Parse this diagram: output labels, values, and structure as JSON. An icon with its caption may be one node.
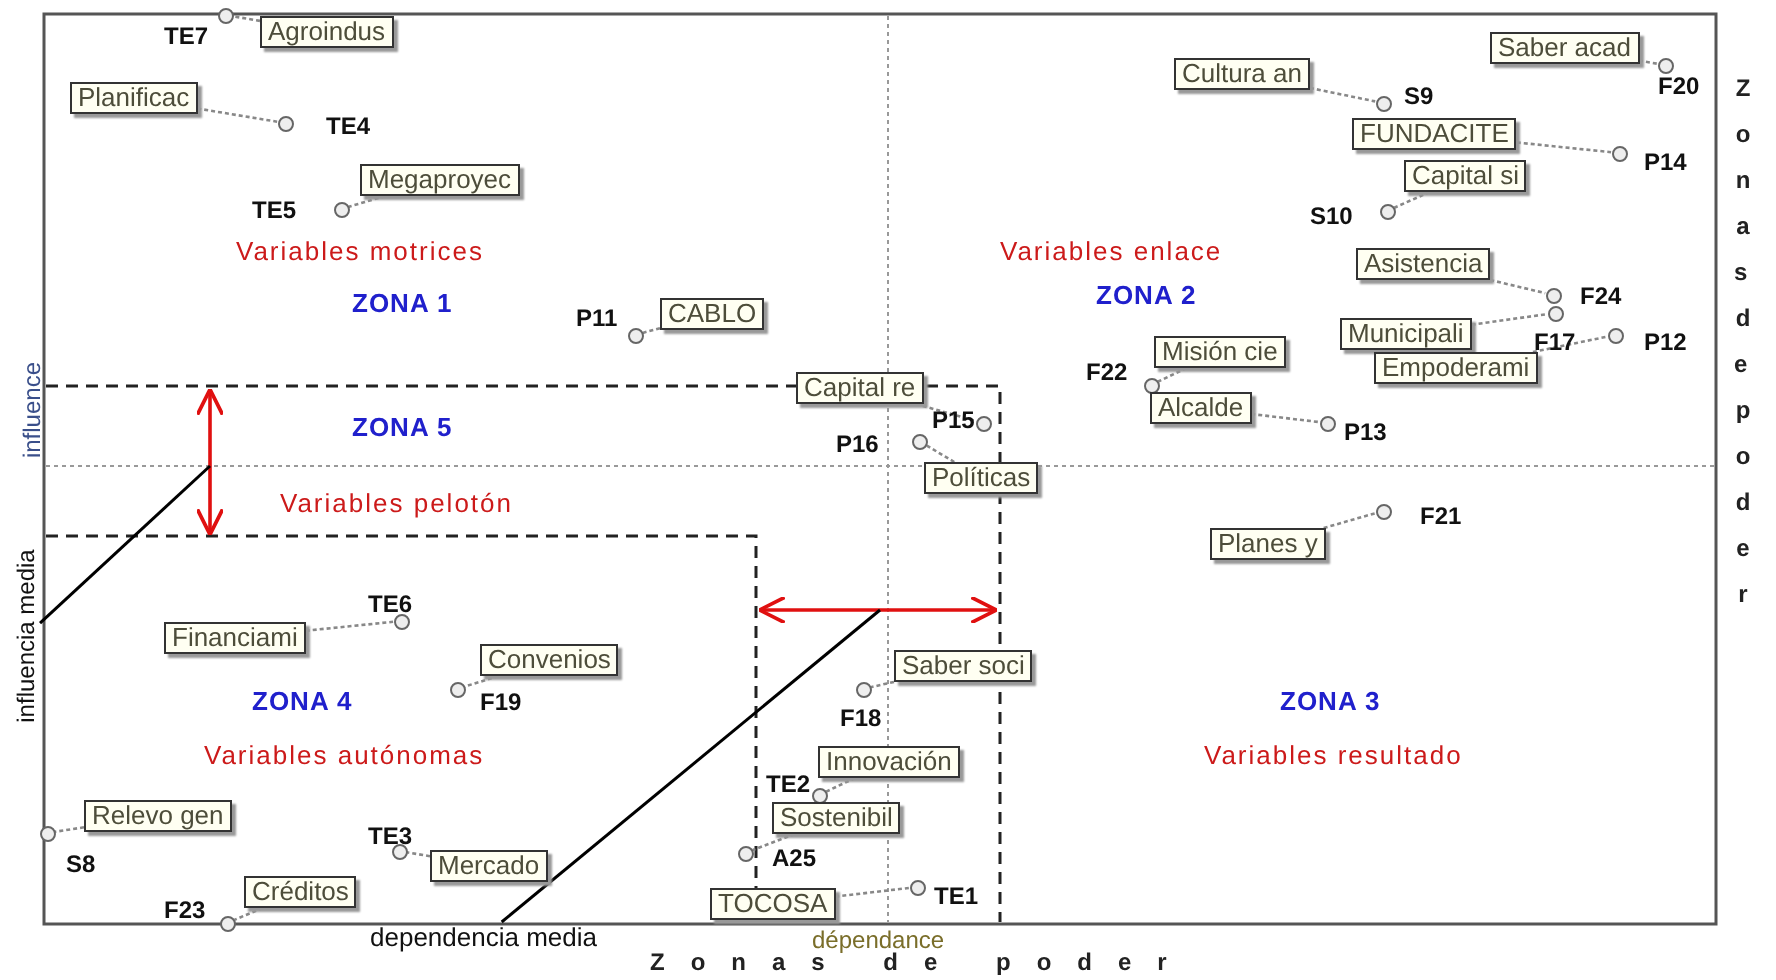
{
  "diagram": {
    "nodes": [
      {
        "text": [
          "Agroindus"
        ]
      },
      {
        "text": [],
        "shape": "circle",
        "beside": [
          "TE7"
        ]
      },
      {
        "text": [
          "Planificac"
        ]
      },
      {
        "text": [],
        "shape": "circle",
        "beside": [
          "TE4"
        ]
      },
      {
        "text": [
          "Megaproyec"
        ]
      },
      {
        "text": [],
        "shape": "circle",
        "beside": [
          "TE5"
        ]
      },
      {
        "text": [
          "CABLO"
        ]
      },
      {
        "text": [],
        "shape": "circle",
        "beside": [
          "P11"
        ]
      },
      {
        "text": [
          "Capital re"
        ]
      },
      {
        "text": [],
        "shape": "circle",
        "beside": [
          "P15"
        ]
      },
      {
        "text": [
          "Políticas"
        ]
      },
      {
        "text": [],
        "shape": "circle",
        "beside": [
          "P16"
        ]
      },
      {
        "text": [
          "Saber acad"
        ]
      },
      {
        "text": [],
        "shape": "circle",
        "beside": [
          "F20"
        ]
      },
      {
        "text": [
          "Cultura an"
        ]
      },
      {
        "text": [],
        "shape": "circle",
        "beside": [
          "S9"
        ]
      },
      {
        "text": [
          "FUNDACITE"
        ]
      },
      {
        "text": [],
        "shape": "circle",
        "beside": [
          "P14"
        ]
      },
      {
        "text": [
          "Capital si"
        ]
      },
      {
        "text": [],
        "shape": "circle",
        "beside": [
          "S10"
        ]
      },
      {
        "text": [
          "Asistencia"
        ]
      },
      {
        "text": [],
        "shape": "circle",
        "beside": [
          "F24"
        ]
      },
      {
        "text": [
          "Municipali"
        ]
      },
      {
        "text": [],
        "shape": "circle",
        "beside": [
          "F17"
        ]
      },
      {
        "text": [
          "Empoderami"
        ]
      },
      {
        "text": [],
        "shape": "circle",
        "beside": [
          "P12"
        ]
      },
      {
        "text": [
          "Misión cie"
        ]
      },
      {
        "text": [],
        "shape": "circle",
        "beside": [
          "F22"
        ]
      },
      {
        "text": [
          "Alcalde"
        ]
      },
      {
        "text": [],
        "shape": "circle",
        "beside": [
          "P13"
        ]
      },
      {
        "text": [
          "Planes y"
        ]
      },
      {
        "text": [],
        "shape": "circle",
        "beside": [
          "F21"
        ]
      },
      {
        "text": [
          "Saber soci"
        ]
      },
      {
        "text": [],
        "shape": "circle",
        "beside": [
          "F18"
        ]
      },
      {
        "text": [
          "Innovación"
        ]
      },
      {
        "text": [],
        "shape": "circle",
        "beside": [
          "TE2"
        ]
      },
      {
        "text": [
          "Sostenibil"
        ]
      },
      {
        "text": [],
        "shape": "circle",
        "beside": [
          "A25"
        ]
      },
      {
        "text": [
          "TOCOSA"
        ]
      },
      {
        "text": [],
        "shape": "circle",
        "beside": [
          "TE1"
        ]
      },
      {
        "text": [
          "Financiami"
        ]
      },
      {
        "text": [],
        "shape": "circle",
        "beside": [
          "TE6"
        ]
      },
      {
        "text": [
          "Convenios"
        ]
      },
      {
        "text": [],
        "shape": "circle",
        "beside": [
          "F19"
        ]
      },
      {
        "text": [
          "Relevo gen"
        ]
      },
      {
        "text": [],
        "shape": "circle",
        "beside": [
          "S8"
        ]
      },
      {
        "text": [
          "Mercado"
        ]
      },
      {
        "text": [],
        "shape": "circle",
        "beside": [
          "TE3"
        ]
      },
      {
        "text": [
          "Créditos"
        ]
      },
      {
        "text": [],
        "shape": "circle",
        "beside": [
          "F23"
        ]
      },
      {
        "text": [
          "influencia media"
        ]
      },
      {
        "text": [
          "dependencia media"
        ]
      }
    ],
    "edges": [
      {
        "from": 0,
        "to": 1,
        "arrow": "none",
        "style": "dashed"
      },
      {
        "from": 2,
        "to": 3,
        "arrow": "none",
        "style": "dashed"
      },
      {
        "from": 4,
        "to": 5,
        "arrow": "none",
        "style": "dashed"
      },
      {
        "from": 6,
        "to": 7,
        "arrow": "none",
        "style": "dashed"
      },
      {
        "from": 8,
        "to": 9,
        "arrow": "none",
        "style": "dashed"
      },
      {
        "from": 10,
        "to": 11,
        "arrow": "none",
        "style": "dashed"
      },
      {
        "from": 12,
        "to": 13,
        "arrow": "none",
        "style": "dashed"
      },
      {
        "from": 14,
        "to": 15,
        "arrow": "none",
        "style": "dashed"
      },
      {
        "from": 16,
        "to": 17,
        "arrow": "none",
        "style": "dashed"
      },
      {
        "from": 18,
        "to": 19,
        "arrow": "none",
        "style": "dashed"
      },
      {
        "from": 20,
        "to": 21,
        "arrow": "none",
        "style": "dashed"
      },
      {
        "from": 22,
        "to": 23,
        "arrow": "none",
        "style": "dashed"
      },
      {
        "from": 24,
        "to": 25,
        "arrow": "none",
        "style": "dashed"
      },
      {
        "from": 26,
        "to": 27,
        "arrow": "none",
        "style": "dashed"
      },
      {
        "from": 28,
        "to": 29,
        "arrow": "none",
        "style": "dashed"
      },
      {
        "from": 30,
        "to": 31,
        "arrow": "none",
        "style": "dashed"
      },
      {
        "from": 32,
        "to": 33,
        "arrow": "none",
        "style": "dashed"
      },
      {
        "from": 34,
        "to": 35,
        "arrow": "none",
        "style": "dashed"
      },
      {
        "from": 36,
        "to": 37,
        "arrow": "none",
        "style": "dashed"
      },
      {
        "from": 38,
        "to": 39,
        "arrow": "none",
        "style": "dashed"
      },
      {
        "from": 40,
        "to": 41,
        "arrow": "none",
        "style": "dashed"
      },
      {
        "from": 42,
        "to": 43,
        "arrow": "none",
        "style": "dashed"
      },
      {
        "from": 44,
        "to": 45,
        "arrow": "none",
        "style": "dashed"
      },
      {
        "from": 46,
        "to": 47,
        "arrow": "none",
        "style": "dashed"
      },
      {
        "from": 48,
        "to": 49,
        "arrow": "none",
        "style": "dashed"
      },
      {
        "from": 50,
        "to": null,
        "arrow": "none",
        "color": "#000000"
      },
      {
        "from": 51,
        "to": null,
        "arrow": "none",
        "color": "#000000"
      }
    ],
    "labels": [
      "Variables motrices",
      "ZONA 1",
      "Variables enlace",
      "ZONA 2",
      "influence",
      "ZONA 5",
      "Variables pelotón",
      "ZONA 4",
      "Variables autónomas",
      "ZONA 3",
      "Variables resultado",
      "dépendance",
      "Zonas de poder",
      "Zonas de poder"
    ]
  }
}
